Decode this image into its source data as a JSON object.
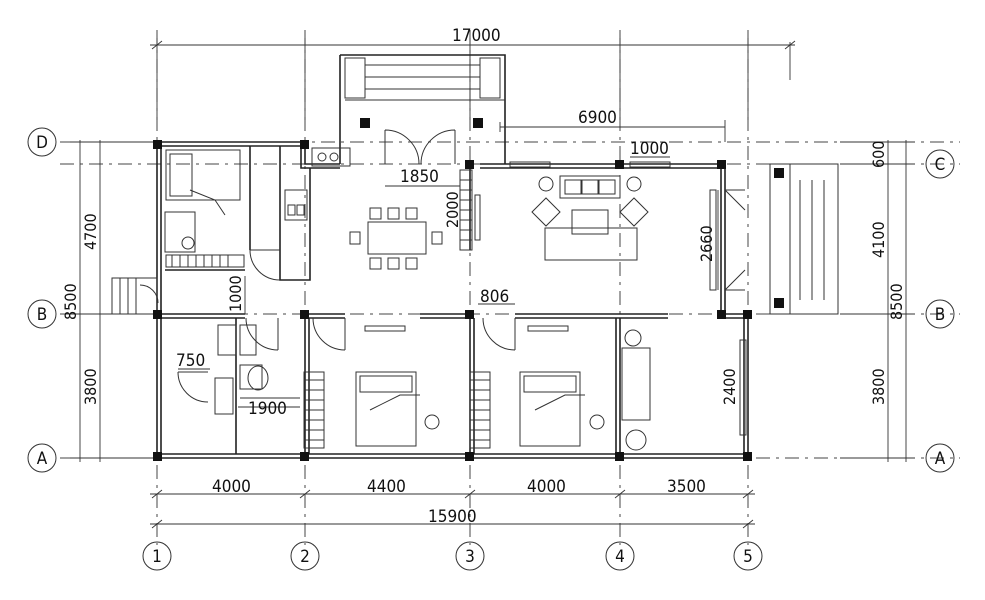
{
  "dimensions": {
    "top_total": "17000",
    "balcony_top": "6900",
    "window_small": "1000",
    "dining_width": "1850",
    "dining_depth": "2000",
    "living_door": "2660",
    "corridor": "1000",
    "door_806": "806",
    "bath_750": "750",
    "bath_1900": "1900",
    "east_window": "2400",
    "bottom_spans": [
      "4000",
      "4400",
      "4000",
      "3500"
    ],
    "bottom_total": "15900",
    "left_total": "8500",
    "left_upper": "4700",
    "left_lower": "3800",
    "right_top": "600",
    "right_upper": "4100",
    "right_total": "8500",
    "right_lower": "3800"
  },
  "axes": {
    "columns": [
      "1",
      "2",
      "3",
      "4",
      "5"
    ],
    "rows": [
      "D",
      "B",
      "A",
      "C"
    ]
  },
  "colors": {
    "line": "#222222",
    "background": "#ffffff"
  }
}
